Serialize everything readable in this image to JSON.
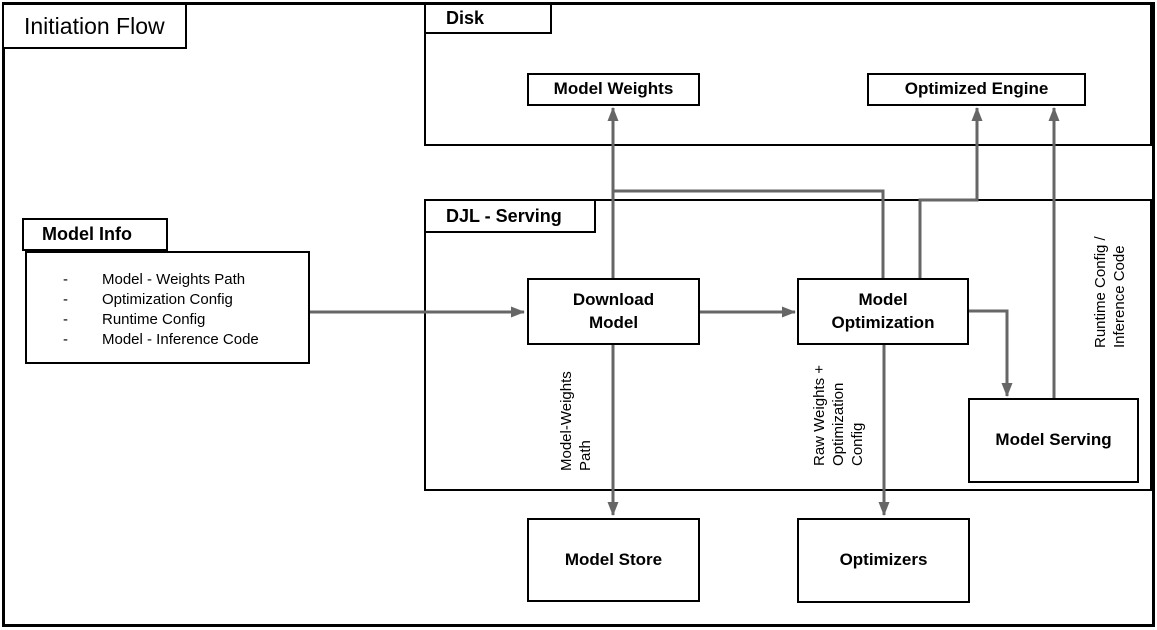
{
  "diagram": {
    "title": "Initiation Flow",
    "containers": {
      "disk": {
        "label": "Disk"
      },
      "djl_serving": {
        "label": "DJL - Serving"
      }
    },
    "model_info": {
      "label": "Model Info",
      "bullet": "-",
      "items": [
        "Model - Weights Path",
        "Optimization Config",
        "Runtime Config",
        "Model - Inference Code"
      ]
    },
    "nodes": {
      "model_weights": "Model Weights",
      "optimized_engine": "Optimized Engine",
      "download_model": "Download\nModel",
      "model_optimization": "Model\nOptimization",
      "model_serving": "Model Serving",
      "model_store": "Model Store",
      "optimizers": "Optimizers"
    },
    "edge_labels": {
      "model_weights_path": "Model-Weights\nPath",
      "raw_weights": "Raw Weights +\nOptimization\nConfig",
      "runtime_config": "Runtime Config /\nInference Code"
    },
    "colors": {
      "arrow_gray": "#666666",
      "line_black": "#000000",
      "background": "#ffffff"
    }
  }
}
